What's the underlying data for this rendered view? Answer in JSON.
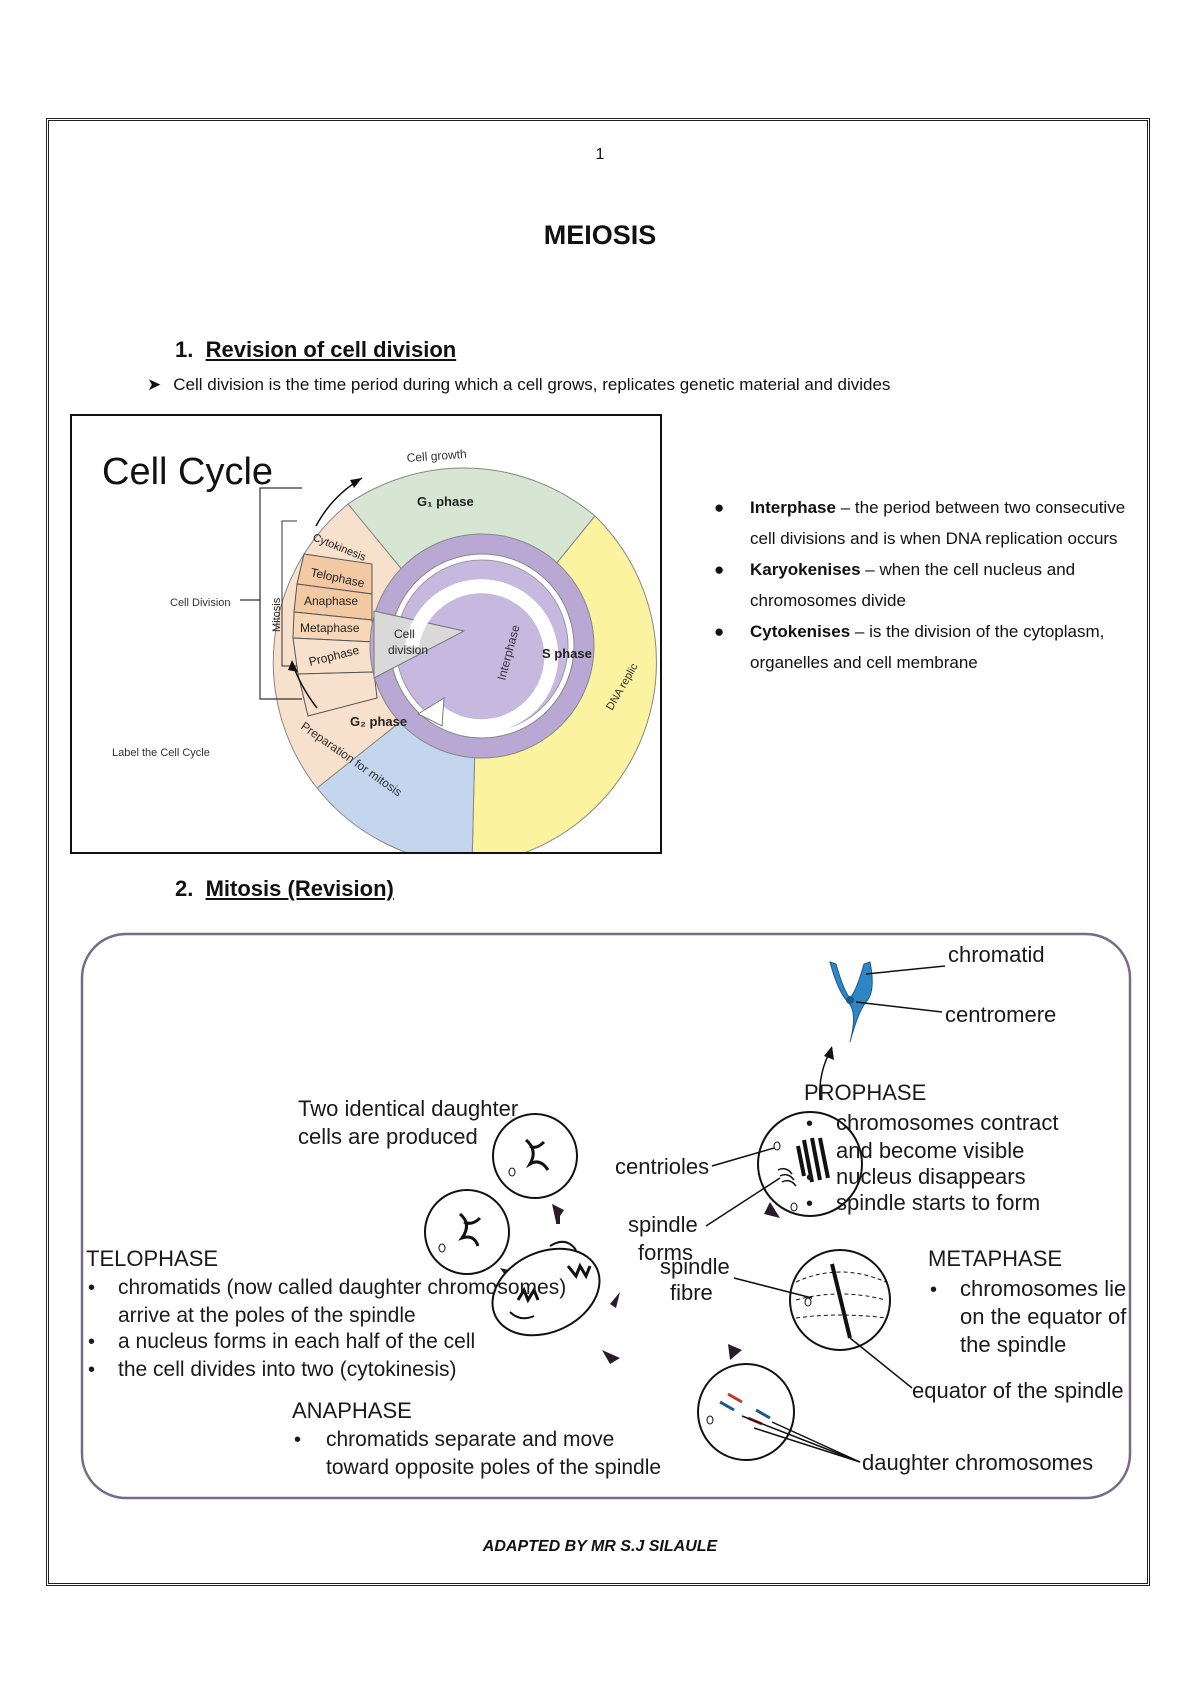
{
  "page": {
    "number": "1",
    "title": "MEIOSIS",
    "footer": "ADAPTED BY MR S.J SILAULE"
  },
  "section1": {
    "num": "1.",
    "label": "Revision of cell division",
    "intro": "Cell division is the time period during which a cell grows, replicates genetic material and divides",
    "bullets": [
      {
        "term": "Interphase",
        "text": " – the period between two consecutive cell divisions and is when DNA replication occurs"
      },
      {
        "term": "Karyokenises",
        "text": " – when the cell nucleus and chromosomes divide"
      },
      {
        "term": "Cytokenises",
        "text": " – is the division of the cytoplasm, organelles and cell membrane"
      }
    ]
  },
  "cell_cycle": {
    "title": "Cell Cycle",
    "cell_growth": "Cell growth",
    "g1": "G₁ phase",
    "s": "S phase",
    "g2": "G₂ phase",
    "dna": "DNA replic",
    "prep": "Preparation for mitosis",
    "interphase": "Interphase",
    "cell": "Cell",
    "division": "division",
    "cytokinesis": "Cytokinesis",
    "telophase": "Telophase",
    "anaphase": "Anaphase",
    "metaphase": "Metaphase",
    "prophase": "Prophase",
    "mitosis": "Mitosis",
    "cell_division": "Cell Division",
    "label": "Label the Cell Cycle",
    "colors": {
      "g1": "#d6e6d3",
      "s": "#fbf3a0",
      "g2": "#c3d6ee",
      "ring": "#b9a8d3",
      "mitosis": "#f3c9a3"
    }
  },
  "section2": {
    "num": "2.",
    "label": "Mitosis (Revision)"
  },
  "mitosis": {
    "chromatid": "chromatid",
    "centromere": "centromere",
    "two_identical": [
      "Two identical daughter",
      "cells are produced"
    ],
    "centrioles": "centrioles",
    "spindle_forms": [
      "spindle",
      "forms"
    ],
    "prophase": {
      "title": "PROPHASE",
      "bullets": [
        [
          "chromosomes contract",
          "and become visible"
        ],
        [
          "nucleus disappears"
        ],
        [
          "spindle starts to form"
        ]
      ]
    },
    "telophase": {
      "title": "TELOPHASE",
      "bullets": [
        [
          "chromatids (now called daughter chromosomes)",
          "arrive at the poles of the spindle"
        ],
        [
          "a nucleus forms in each half of the cell"
        ],
        [
          "the cell divides into two (cytokinesis)"
        ]
      ]
    },
    "spindle_fibre": [
      "spindle",
      "fibre"
    ],
    "metaphase": {
      "title": "METAPHASE",
      "bullets": [
        [
          "chromosomes lie",
          "on the equator of",
          "the spindle"
        ]
      ]
    },
    "equator": "equator of the spindle",
    "anaphase": {
      "title": "ANAPHASE",
      "bullets": [
        [
          "chromatids separate and move",
          "toward opposite poles of the spindle"
        ]
      ]
    },
    "daughter_chromosomes": "daughter chromosomes"
  }
}
